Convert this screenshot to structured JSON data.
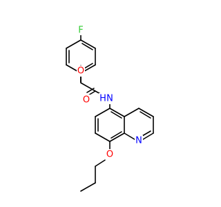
{
  "molecule": {
    "atoms": {
      "fluorine": {
        "symbol": "F",
        "color": "#33cc33"
      },
      "ether_oxygen": {
        "symbol": "O",
        "color": "#ff0000"
      },
      "carbonyl_oxygen": {
        "symbol": "O",
        "color": "#ff0000"
      },
      "amide_nitrogen": {
        "symbol": "N",
        "color": "#0000ff"
      },
      "amide_hydrogen": {
        "symbol": "H",
        "color": "#0000ff"
      },
      "ring_nitrogen": {
        "symbol": "N",
        "color": "#0000ff"
      },
      "propoxy_oxygen": {
        "symbol": "O",
        "color": "#ff0000"
      }
    },
    "bond_color": "#000000"
  }
}
